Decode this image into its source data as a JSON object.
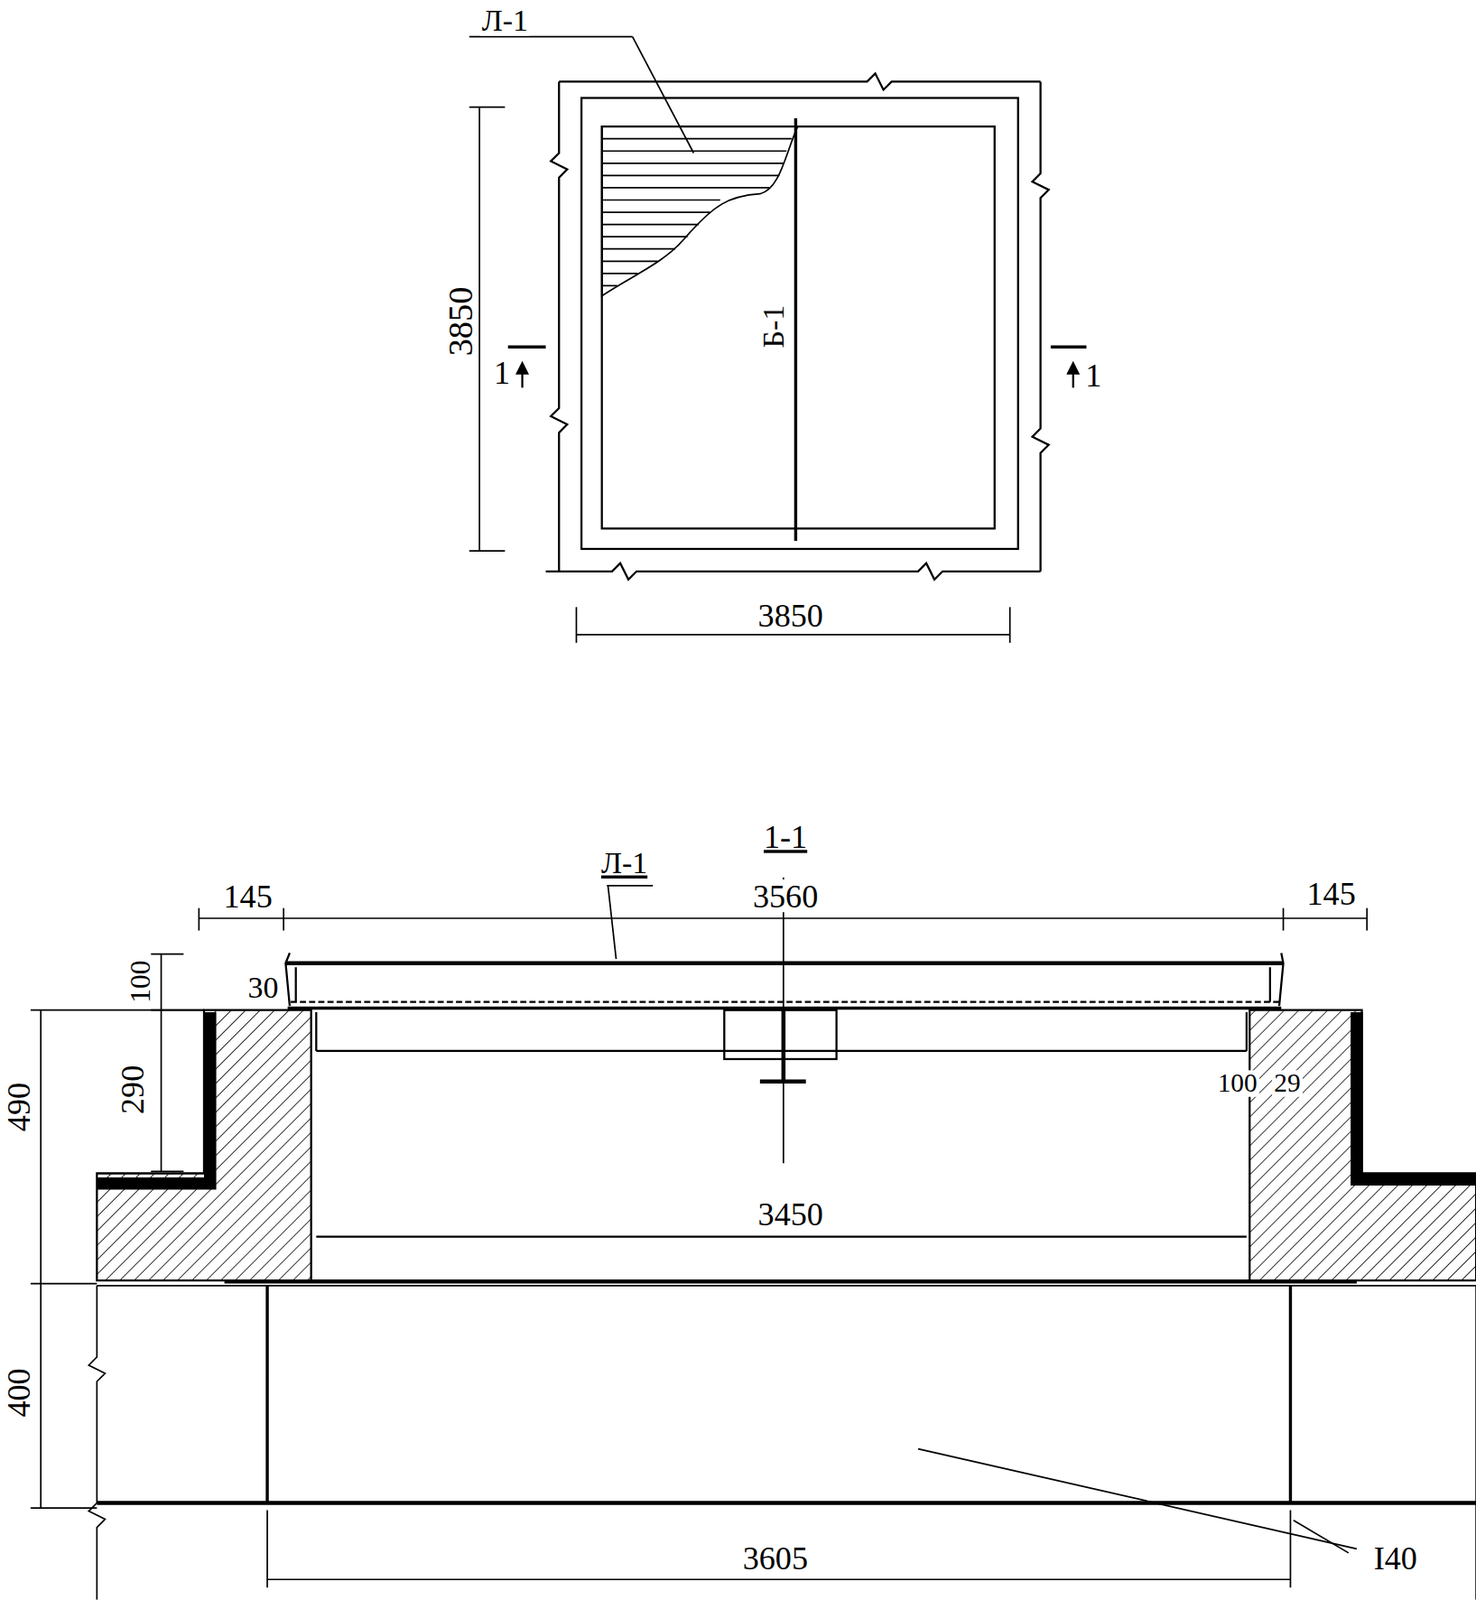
{
  "diagram": {
    "labels": [
      "Л-1",
      "3850",
      "1",
      "Б-1",
      "1",
      "3850",
      "1-1",
      "Л-1",
      "145",
      "3560",
      "145",
      "100",
      "30",
      "290",
      "490",
      "100",
      "29",
      "3450",
      "400",
      "3605",
      "I40"
    ]
  }
}
